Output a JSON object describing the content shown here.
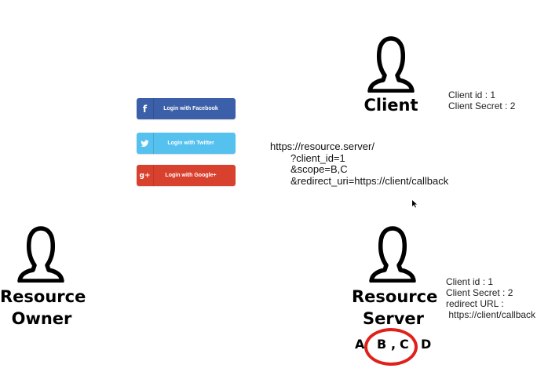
{
  "actors": {
    "client": {
      "label": "Client"
    },
    "resource_owner": {
      "label_line1": "Resource",
      "label_line2": "Owner"
    },
    "resource_server": {
      "label_line1": "Resource",
      "label_line2": "Server"
    }
  },
  "client_note": {
    "lines": [
      "Client id : 1",
      "Client Secret : 2"
    ]
  },
  "server_note": {
    "lines": [
      "Client id : 1",
      "Client Secret : 2",
      "redirect URL :",
      " https://client/callback"
    ]
  },
  "login_buttons": {
    "facebook": {
      "label": "Login with Facebook",
      "icon": "f",
      "color": "#3b5fa8"
    },
    "twitter": {
      "label": "Login with Twitter",
      "icon": "twitter-bird",
      "color": "#55c1ef"
    },
    "google": {
      "label": "Login with Google+",
      "icon": "g+",
      "color": "#d9412f"
    }
  },
  "request_url": {
    "base": "https://resource.server/",
    "param_client_id": "?client_id=1",
    "param_scope": "&scope=B,C",
    "param_redirect": "&redirect_uri=https://client/callback"
  },
  "scopes": {
    "a": "A",
    "b": "B",
    "sep": ",",
    "c": "C",
    "d": "D",
    "highlight_color": "#e0201b"
  }
}
